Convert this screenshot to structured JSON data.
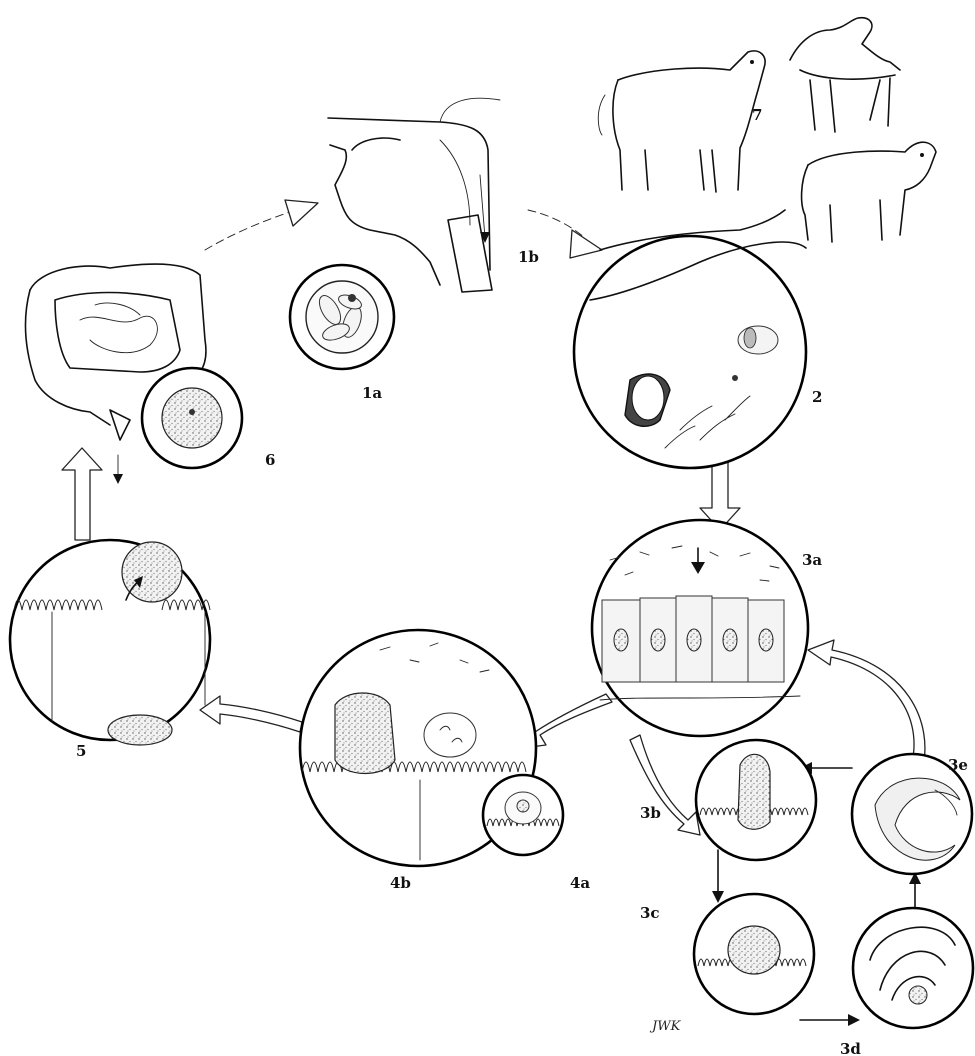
{
  "labels": {
    "l1a": "1a",
    "l1b": "1b",
    "l2": "2",
    "l3a": "3a",
    "l3b": "3b",
    "l3c": "3c",
    "l3d": "3d",
    "l3e": "3e",
    "l4a": "4a",
    "l4b": "4b",
    "l5": "5",
    "l6": "6",
    "l7": "7"
  },
  "signature": "JWK"
}
